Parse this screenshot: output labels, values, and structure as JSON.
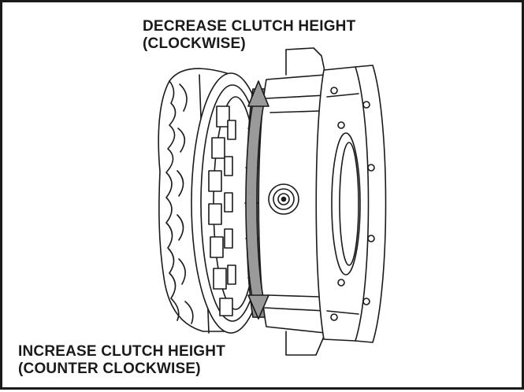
{
  "labels": {
    "decrease_line1": "DECREASE CLUTCH HEIGHT",
    "decrease_line2": "(CLOCKWISE)",
    "increase_line1": "INCREASE CLUTCH HEIGHT",
    "increase_line2": "(COUNTER CLOCKWISE)"
  },
  "colors": {
    "line": "#1a1a1a",
    "arrow_fill": "#9a9a9a",
    "band_fill": "#8c8c8c",
    "background": "#ffffff"
  }
}
